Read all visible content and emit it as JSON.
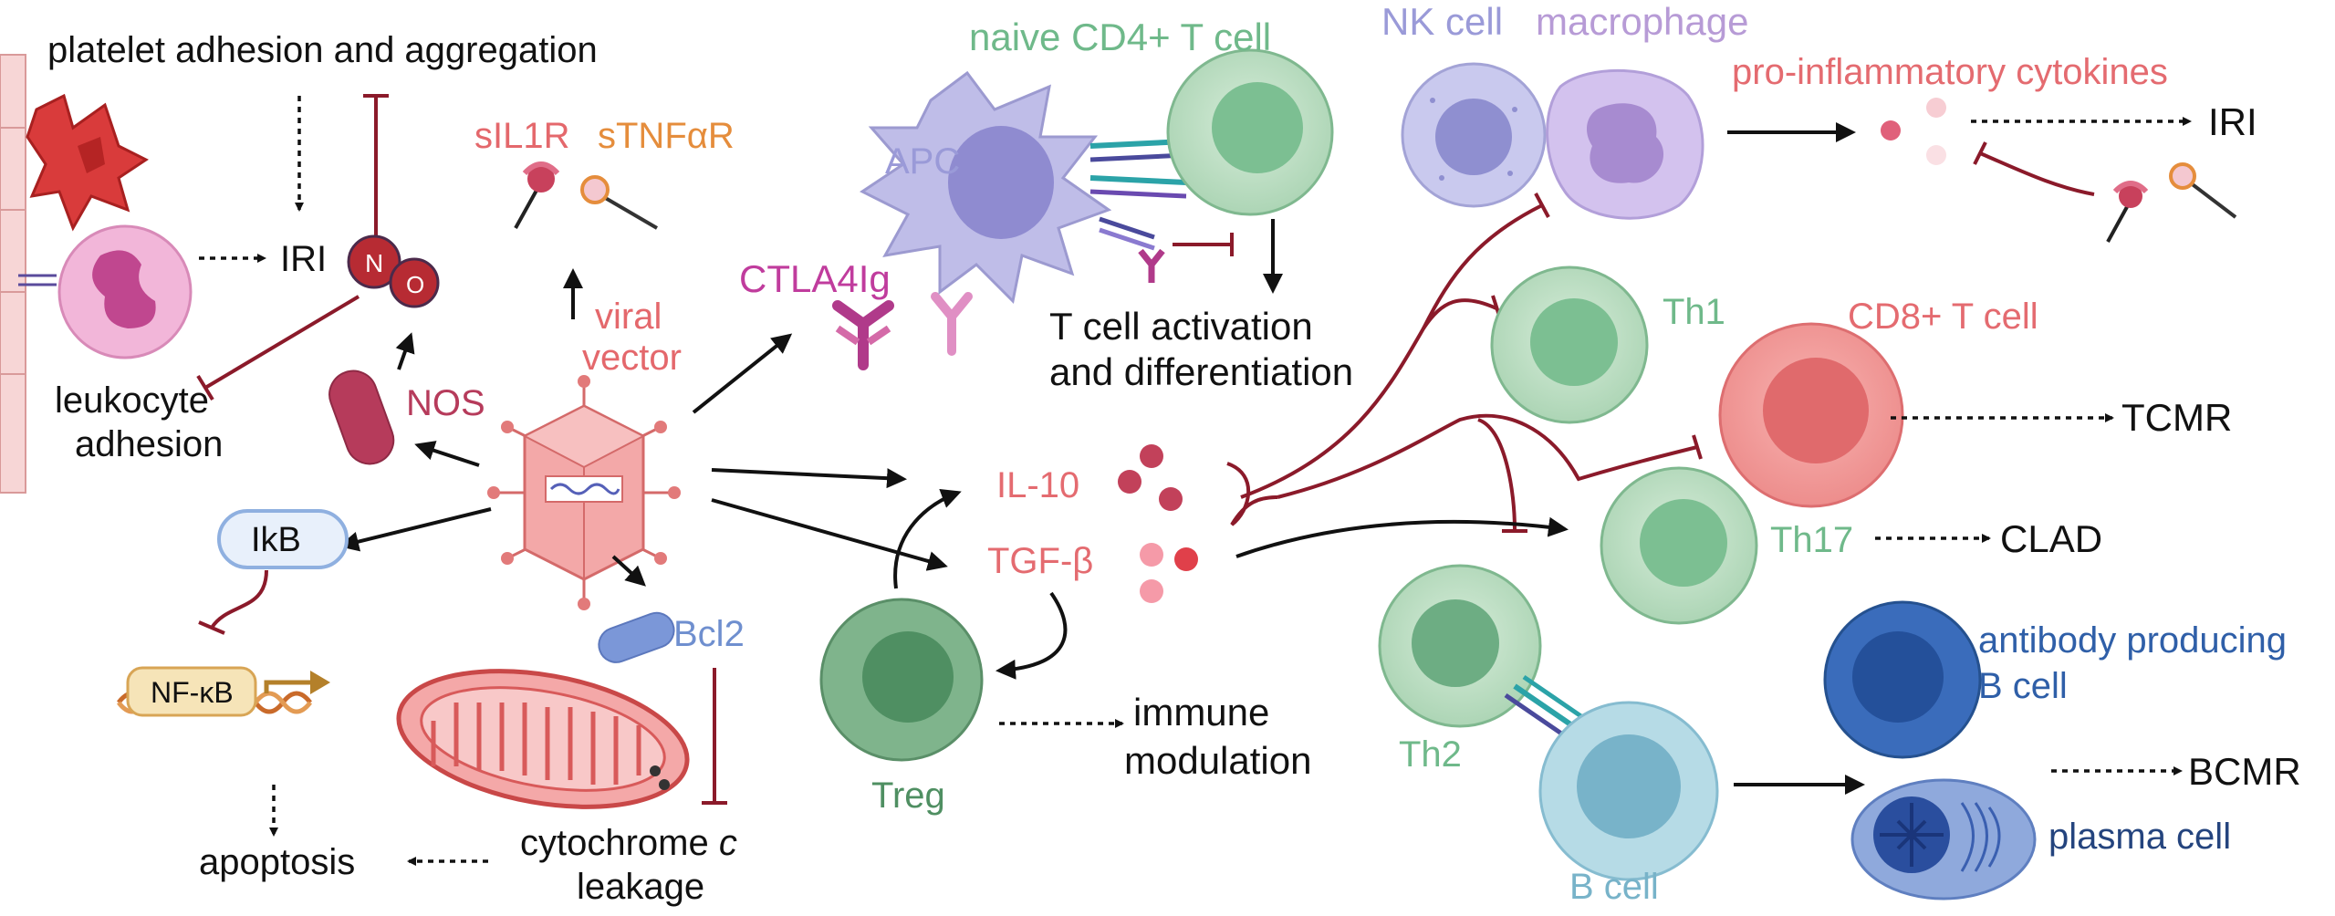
{
  "colors": {
    "inhibit": "#8b1a2a",
    "arrow": "#111111",
    "green_cell": "#5fa878",
    "red_cell": "#e87a7c",
    "blue_cell": "#2f5fa8",
    "lavender": "#9a9ad8",
    "purple": "#b79bd6",
    "salmon": "#e46b70",
    "orange": "#e58d3c",
    "magenta": "#c03c9d",
    "steel_blue": "#6f8fcf"
  },
  "labels": {
    "platelet": "platelet adhesion and aggregation",
    "iri_left": "IRI",
    "leukocyte_1": "leukocyte",
    "leukocyte_2": "adhesion",
    "sil1r": "sIL1R",
    "stnfar": "sTNFαR",
    "no_n": "N",
    "no_o": "O",
    "nos": "NOS",
    "viral_1": "viral",
    "viral_2": "vector",
    "ikb": "IkB",
    "nfkb": "NF-κB",
    "apoptosis": "apoptosis",
    "bcl2": "Bcl2",
    "cyto_1": "cytochrome ",
    "cyto_c": "c",
    "cyto_2": "leakage",
    "ctla4": "CTLA4Ig",
    "apc": "APC",
    "naive": "naive CD4+ T cell",
    "tact_1": "T cell activation",
    "tact_2": "and differentiation",
    "il10": "IL-10",
    "tgfb": "TGF-β",
    "treg": "Treg",
    "immune_1": "immune",
    "immune_2": "modulation",
    "nk": "NK cell",
    "macrophage": "macrophage",
    "proinfl": "pro-inflammatory cytokines",
    "iri_right": "IRI",
    "th1": "Th1",
    "cd8": "CD8+ T cell",
    "tcmr": "TCMR",
    "th17": "Th17",
    "clad": "CLAD",
    "th2": "Th2",
    "bcell": "B cell",
    "abprod_1": "antibody producing",
    "abprod_2": "B cell",
    "bcmr": "BCMR",
    "plasma": "plasma cell"
  }
}
